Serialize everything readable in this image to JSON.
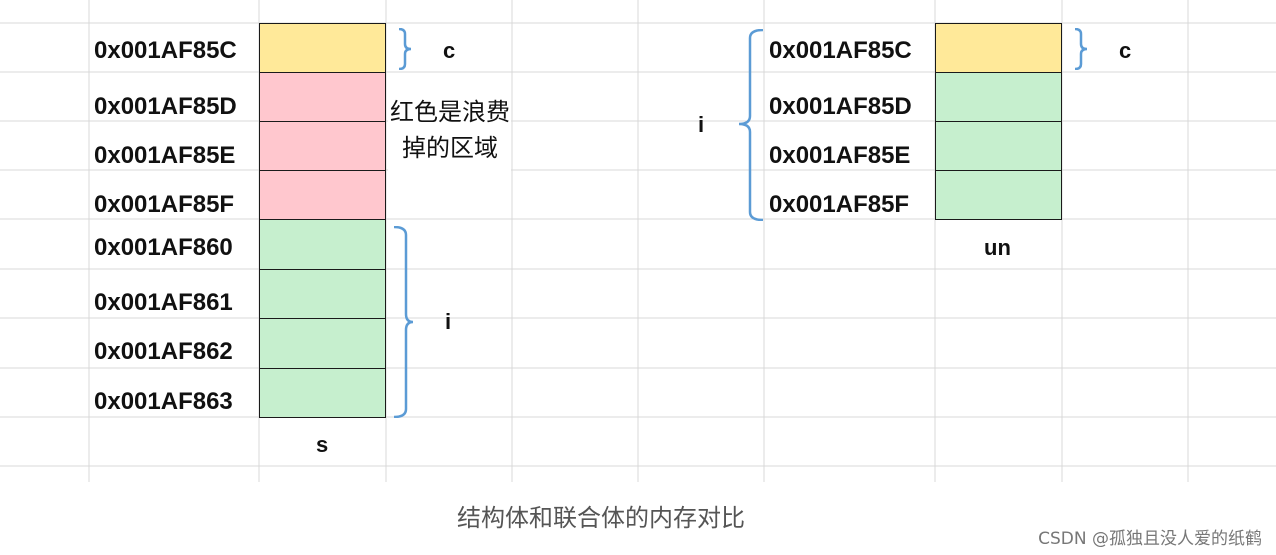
{
  "structure_diagram": {
    "addresses": [
      "0x001AF85C",
      "0x001AF85D",
      "0x001AF85E",
      "0x001AF85F",
      "0x001AF860",
      "0x001AF861",
      "0x001AF862",
      "0x001AF863"
    ],
    "member_c_label": "c",
    "member_i_label": "i",
    "padding_note": "红色是浪费掉的区域",
    "name_label": "s"
  },
  "union_diagram": {
    "addresses": [
      "0x001AF85C",
      "0x001AF85D",
      "0x001AF85E",
      "0x001AF85F"
    ],
    "member_c_label": "c",
    "member_i_label": "i",
    "name_label": "un"
  },
  "caption": "结构体和联合体的内存对比",
  "watermark": "CSDN @孤独且没人爱的纸鹤",
  "colors": {
    "char_cell": "#FFE999",
    "padding_cell": "#FFC7CE",
    "int_cell": "#C6EFCE",
    "brace": "#5B9BD5",
    "gridline": "#D9D9D9"
  }
}
